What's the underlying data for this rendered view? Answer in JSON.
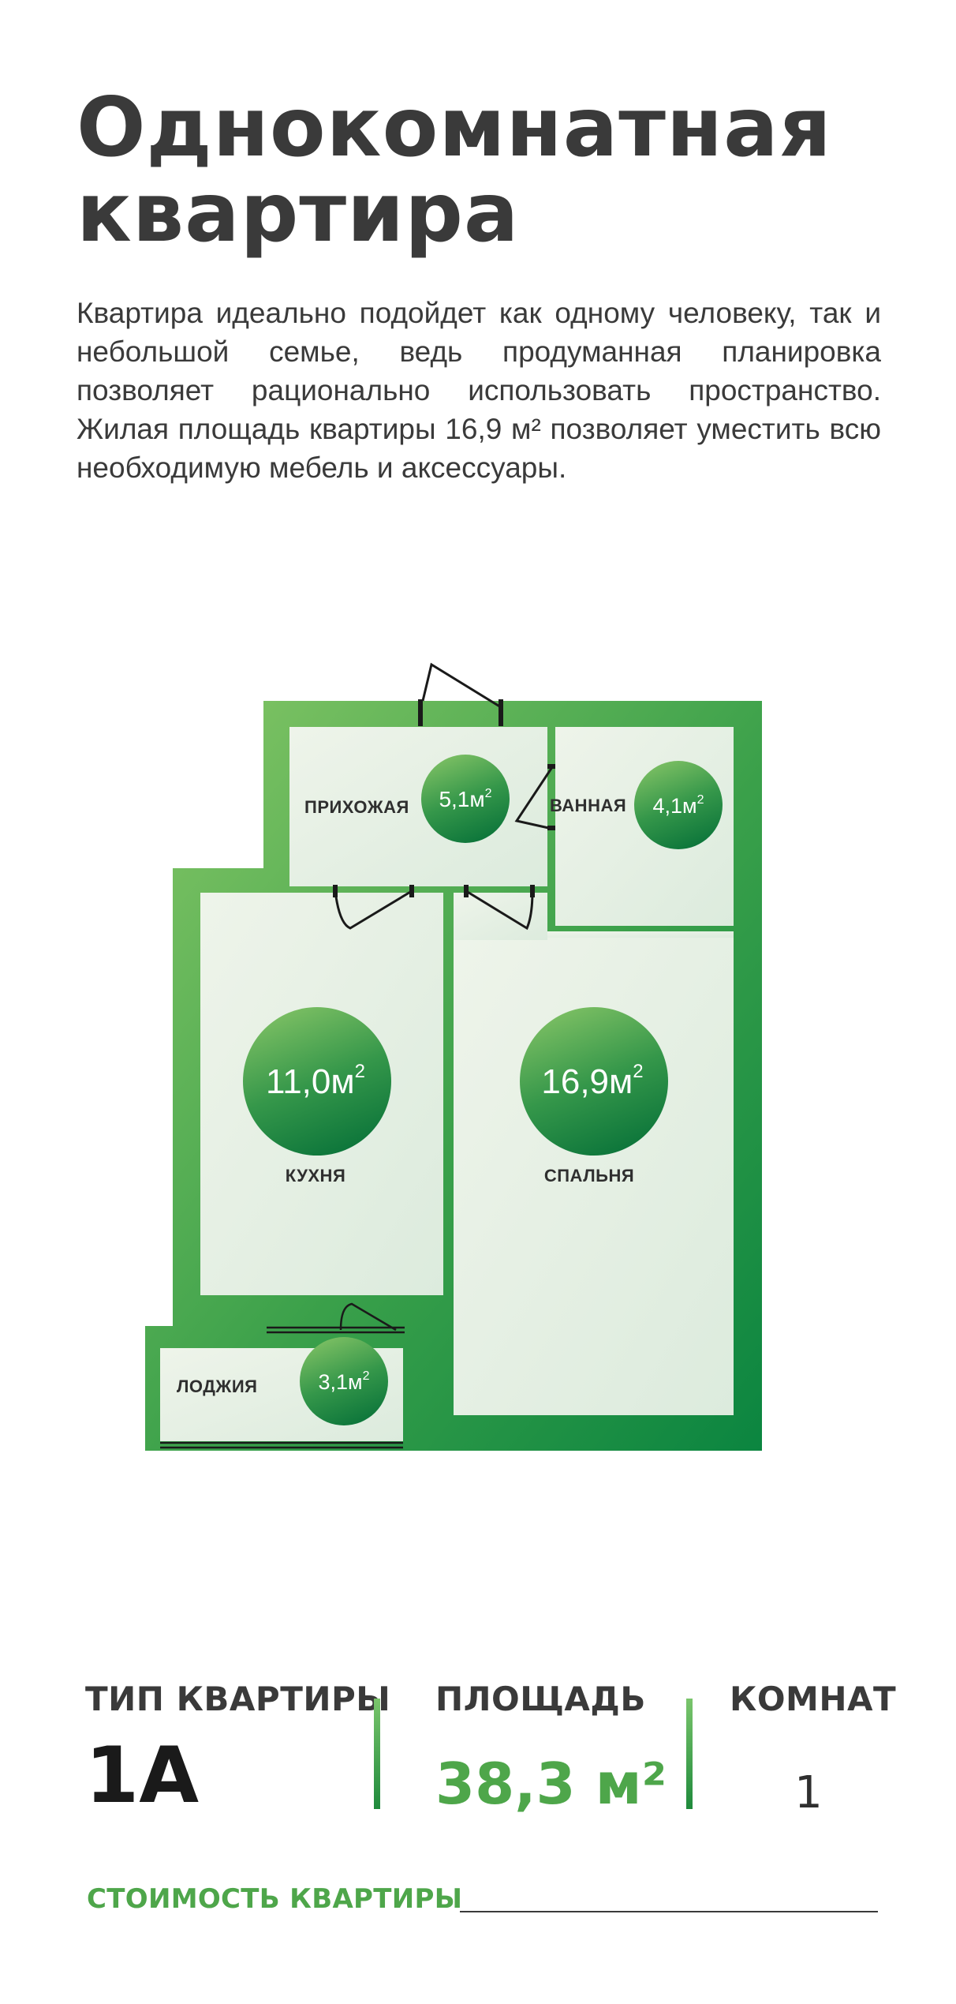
{
  "title": {
    "line1": "Однокомнатная",
    "line2": "квартира"
  },
  "description": "Квартира идеально подойдет как одному человеку, так и небольшой семье, ведь продуманная планировка позволяет рационально использовать пространство. Жилая площадь квартиры 16,9 м² позволяет уместить всю необходимую мебель и аксессуары.",
  "plan": {
    "rooms": [
      {
        "id": "hallway",
        "label": "ПРИХОЖАЯ",
        "area": "5,1",
        "unit": "м",
        "sup": "2"
      },
      {
        "id": "bathroom",
        "label": "ВАННАЯ",
        "area": "4,1",
        "unit": "м",
        "sup": "2"
      },
      {
        "id": "kitchen",
        "label": "КУХНЯ",
        "area": "11,0",
        "unit": "м",
        "sup": "2"
      },
      {
        "id": "bedroom",
        "label": "СПАЛЬНЯ",
        "area": "16,9",
        "unit": "м",
        "sup": "2"
      },
      {
        "id": "loggia",
        "label": "ЛОДЖИЯ",
        "area": "3,1",
        "unit": "м",
        "sup": "2"
      }
    ],
    "colors": {
      "wall_light": "#7ac05e",
      "wall_dark": "#0f8a3f",
      "floor": "#e4efe1",
      "circle_light": "#72b85e",
      "circle_dark": "#0d7a3a"
    }
  },
  "info": {
    "type_label": "ТИП КВАРТИРЫ",
    "type_value": "1А",
    "area_label": "ПЛОЩАДЬ",
    "area_value": "38,3 м²",
    "rooms_label": "КОМНАТ",
    "rooms_value": "1"
  },
  "cost": {
    "label": "СТОИМОСТЬ КВАРТИРЫ"
  }
}
